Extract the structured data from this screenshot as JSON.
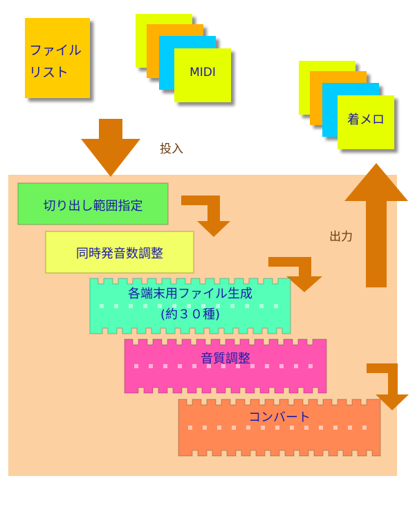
{
  "inputs": {
    "file_list_line1": "ファイル",
    "file_list_line2": "リスト",
    "midi_label": "MIDI",
    "input_label": "投入"
  },
  "outputs": {
    "ringtone_label": "着メロ",
    "output_label": "出力"
  },
  "steps": {
    "cut_range": "切り出し範囲指定",
    "polyphony": "同時発音数調整",
    "terminal_files_line1": "各端末用ファイル生成",
    "terminal_files_line2": "(約３０種)",
    "sound_quality": "音質調整",
    "convert": "コンバート"
  },
  "colors": {
    "panel": "#fcd0a0",
    "arrow": "#d97706",
    "yellow": "#ffcc00",
    "lime": "#e6ff00",
    "orange": "#ffb000",
    "cyan": "#00ccff",
    "green": "#6ef35c",
    "pale_yellow": "#f2ff66",
    "aqua": "#55ffb8",
    "pink": "#ff55b0",
    "salmon": "#ff8855"
  }
}
